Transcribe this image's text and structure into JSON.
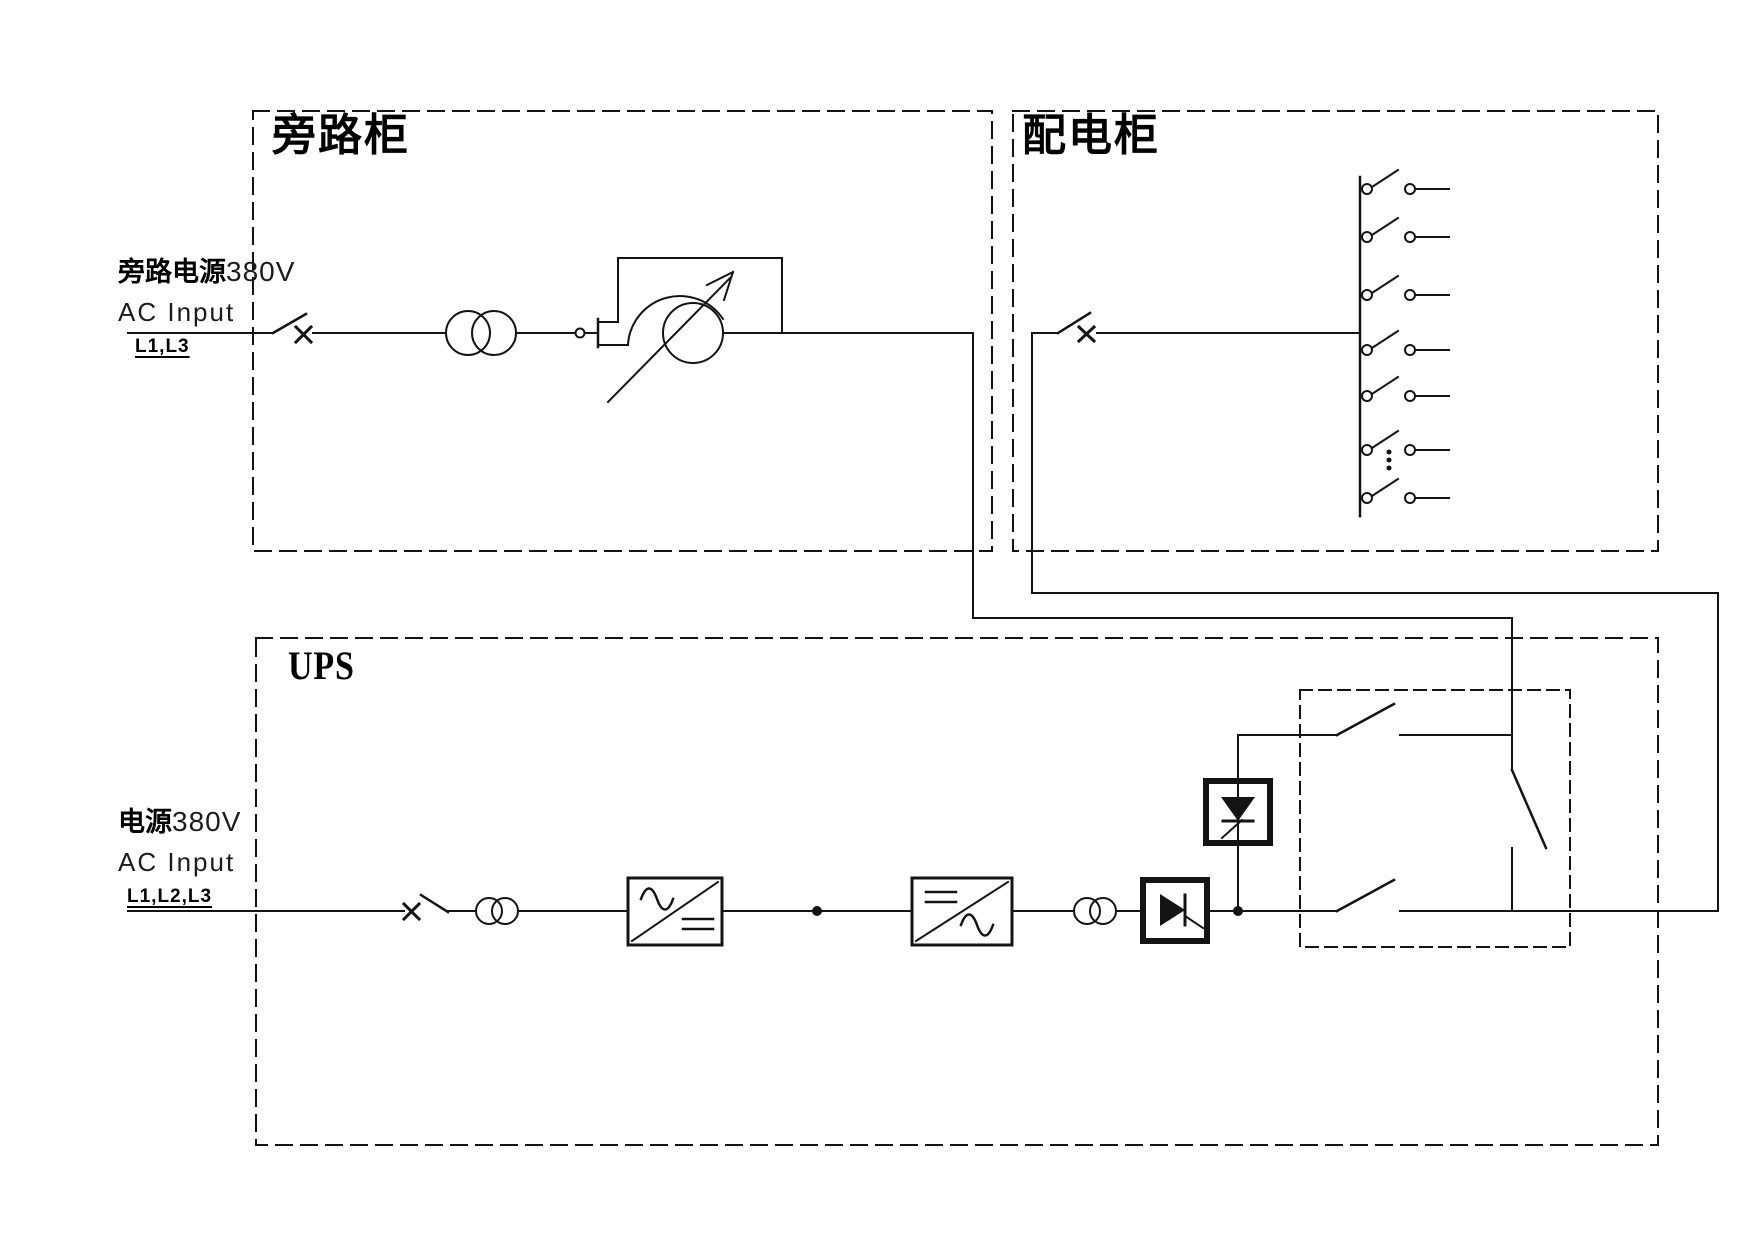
{
  "diagram": {
    "bypass_cabinet_label": "旁路柜",
    "distribution_cabinet_label": "配电柜",
    "ups_label": "UPS",
    "bypass_input": {
      "source_name": "旁路电源",
      "voltage": "380V",
      "type_label": "AC Input",
      "phases": "L1,L3"
    },
    "mains_input": {
      "source_name": "电源",
      "voltage": "380V",
      "type_label": "AC Input",
      "phases": "L1,L2,L3"
    },
    "distribution": {
      "visible_branch_count": 7,
      "more_branches_symbol": "⋮"
    },
    "colors": {
      "line": "#141414",
      "background": "#ffffff"
    },
    "symbols": [
      {
        "name": "breaker-icon",
        "shape": "blade switch with x mark"
      },
      {
        "name": "transformer-icon",
        "shape": "two overlapping circles"
      },
      {
        "name": "voltage-regulator-icon",
        "shape": "circle with arc and diagonal arrow"
      },
      {
        "name": "rectifier-icon",
        "shape": "box, sine top-left, bars bottom-right"
      },
      {
        "name": "inverter-icon",
        "shape": "box, bars top-left, sine bottom-right"
      },
      {
        "name": "thyristor-icon",
        "shape": "bold box with SCR triangle"
      },
      {
        "name": "battery-tap-dot",
        "shape": "filled junction dot"
      },
      {
        "name": "branch-switch-icon",
        "shape": "open knife switch between two contacts"
      }
    ]
  }
}
